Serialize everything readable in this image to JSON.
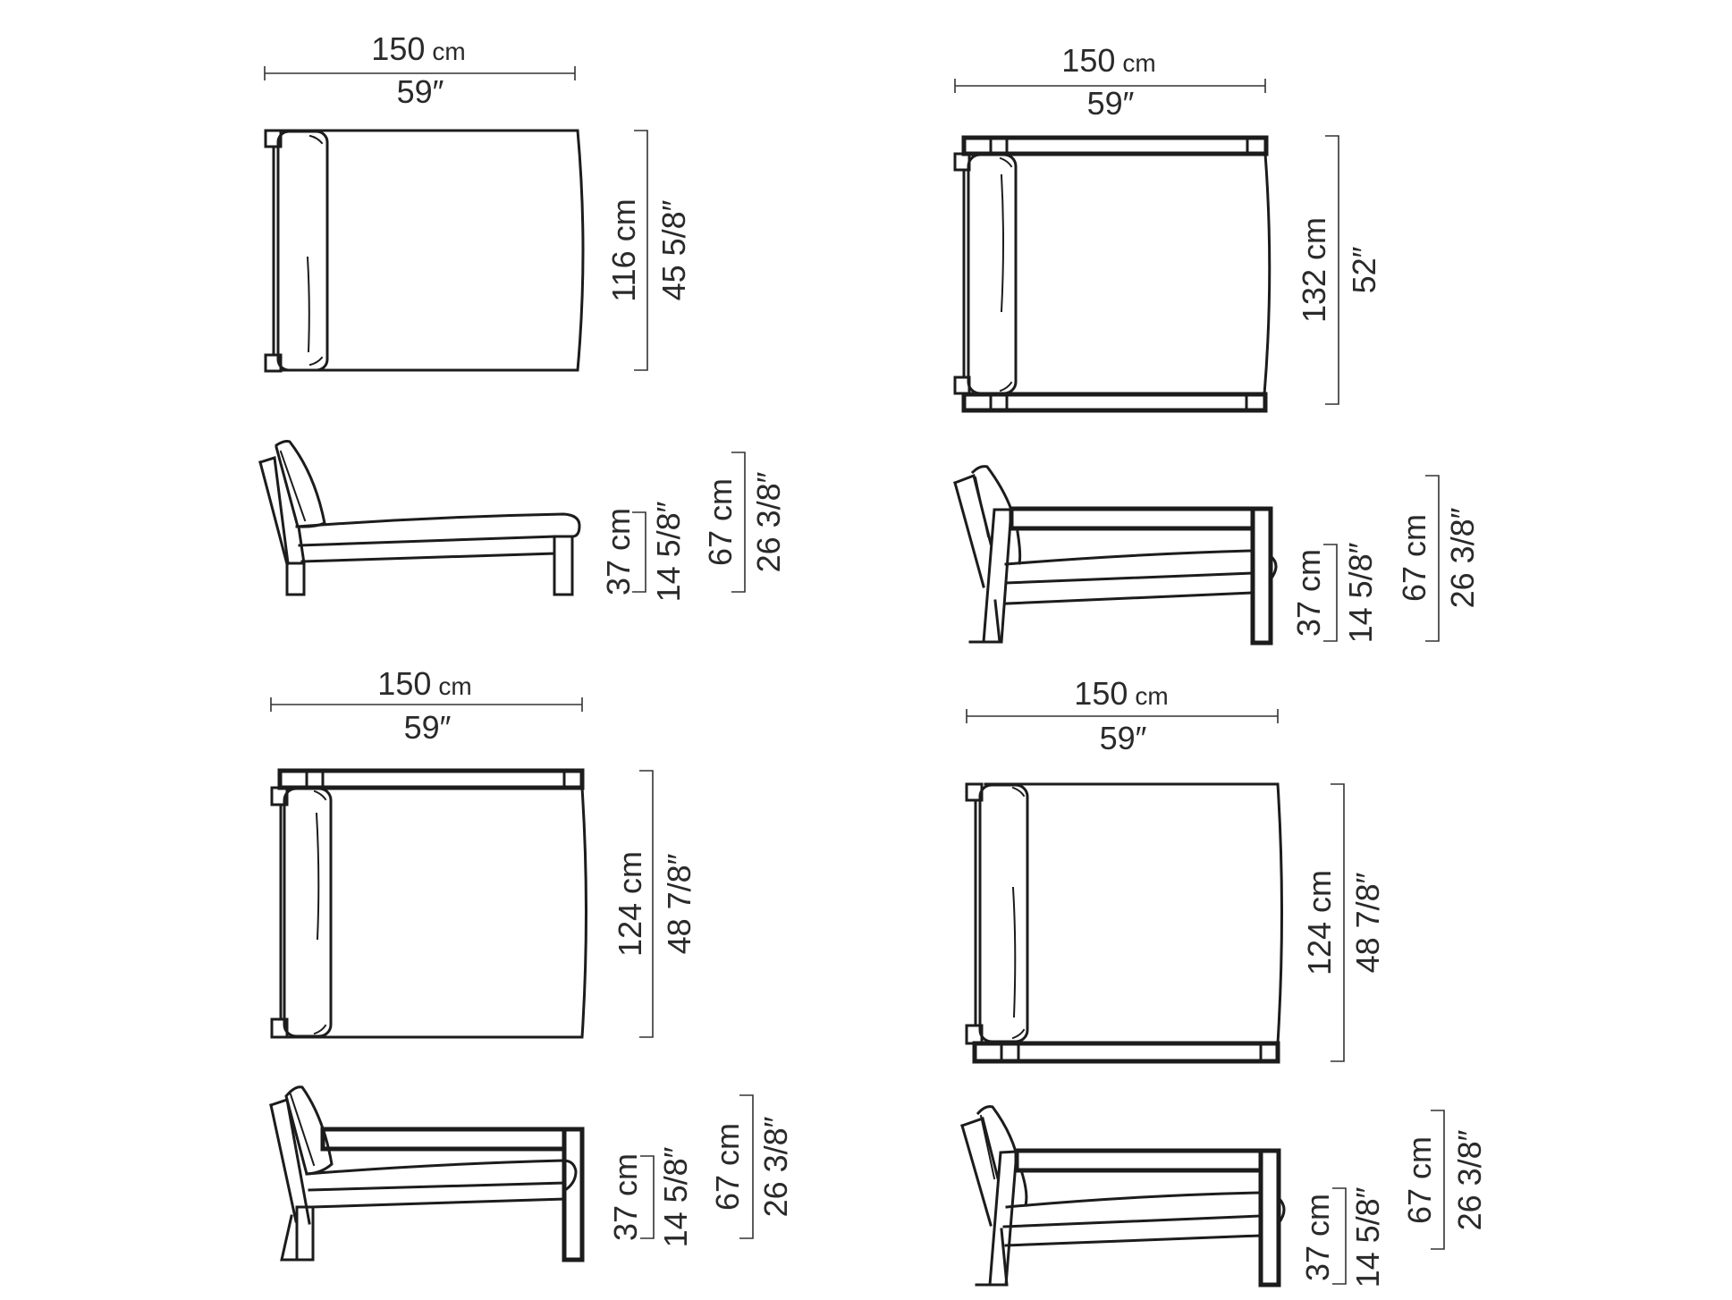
{
  "diagram": {
    "type": "furniture dimension drawings",
    "line_color": "#1c1c1c",
    "background": "#ffffff",
    "variants": [
      {
        "id": "top-left",
        "plan_view": {
          "width_cm": "150",
          "width_cm_unit": "cm",
          "width_in": "59″",
          "depth_cm": "116 cm",
          "depth_in": "45 5/8″"
        },
        "side_view": {
          "seat_height_cm": "37 cm",
          "seat_height_in": "14 5/8″",
          "total_height_cm": "67 cm",
          "total_height_in": "26 3/8″"
        }
      },
      {
        "id": "top-right",
        "plan_view": {
          "width_cm": "150",
          "width_cm_unit": "cm",
          "width_in": "59″",
          "depth_cm": "132 cm",
          "depth_in": "52″"
        },
        "side_view": {
          "seat_height_cm": "37 cm",
          "seat_height_in": "14 5/8″",
          "total_height_cm": "67 cm",
          "total_height_in": "26 3/8″"
        }
      },
      {
        "id": "bottom-left",
        "plan_view": {
          "width_cm": "150",
          "width_cm_unit": "cm",
          "width_in": "59″",
          "depth_cm": "124 cm",
          "depth_in": "48 7/8″"
        },
        "side_view": {
          "seat_height_cm": "37 cm",
          "seat_height_in": "14 5/8″",
          "total_height_cm": "67 cm",
          "total_height_in": "26 3/8″"
        }
      },
      {
        "id": "bottom-right",
        "plan_view": {
          "width_cm": "150",
          "width_cm_unit": "cm",
          "width_in": "59″",
          "depth_cm": "124 cm",
          "depth_in": "48 7/8″"
        },
        "side_view": {
          "seat_height_cm": "37 cm",
          "seat_height_in": "14 5/8″",
          "total_height_cm": "67 cm",
          "total_height_in": "26 3/8″"
        }
      }
    ]
  }
}
